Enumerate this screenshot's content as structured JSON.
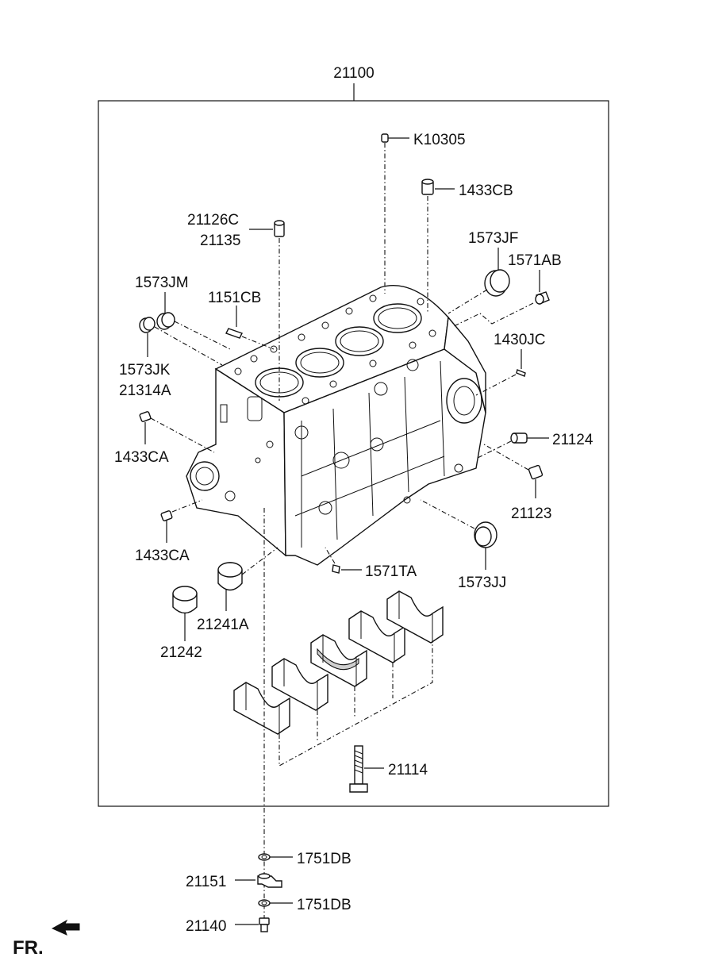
{
  "labels": {
    "p21100": "21100",
    "pK10305": "K10305",
    "p1433CB": "1433CB",
    "p21126C": "21126C",
    "p21135": "21135",
    "p1573JF": "1573JF",
    "p1571AB": "1571AB",
    "p1573JM": "1573JM",
    "p1151CB": "1151CB",
    "p1430JC": "1430JC",
    "p1573JK": "1573JK",
    "p21314A": "21314A",
    "p1433CA_1": "1433CA",
    "p21124": "21124",
    "p21123": "21123",
    "p1433CA_2": "1433CA",
    "p1571TA": "1571TA",
    "p1573JJ": "1573JJ",
    "p21241A": "21241A",
    "p21242": "21242",
    "p21114": "21114",
    "p1751DB_1": "1751DB",
    "p21151": "21151",
    "p1751DB_2": "1751DB",
    "p21140": "21140",
    "front": "FR."
  },
  "icons": {
    "front_arrow": "front-direction-arrow-icon"
  }
}
